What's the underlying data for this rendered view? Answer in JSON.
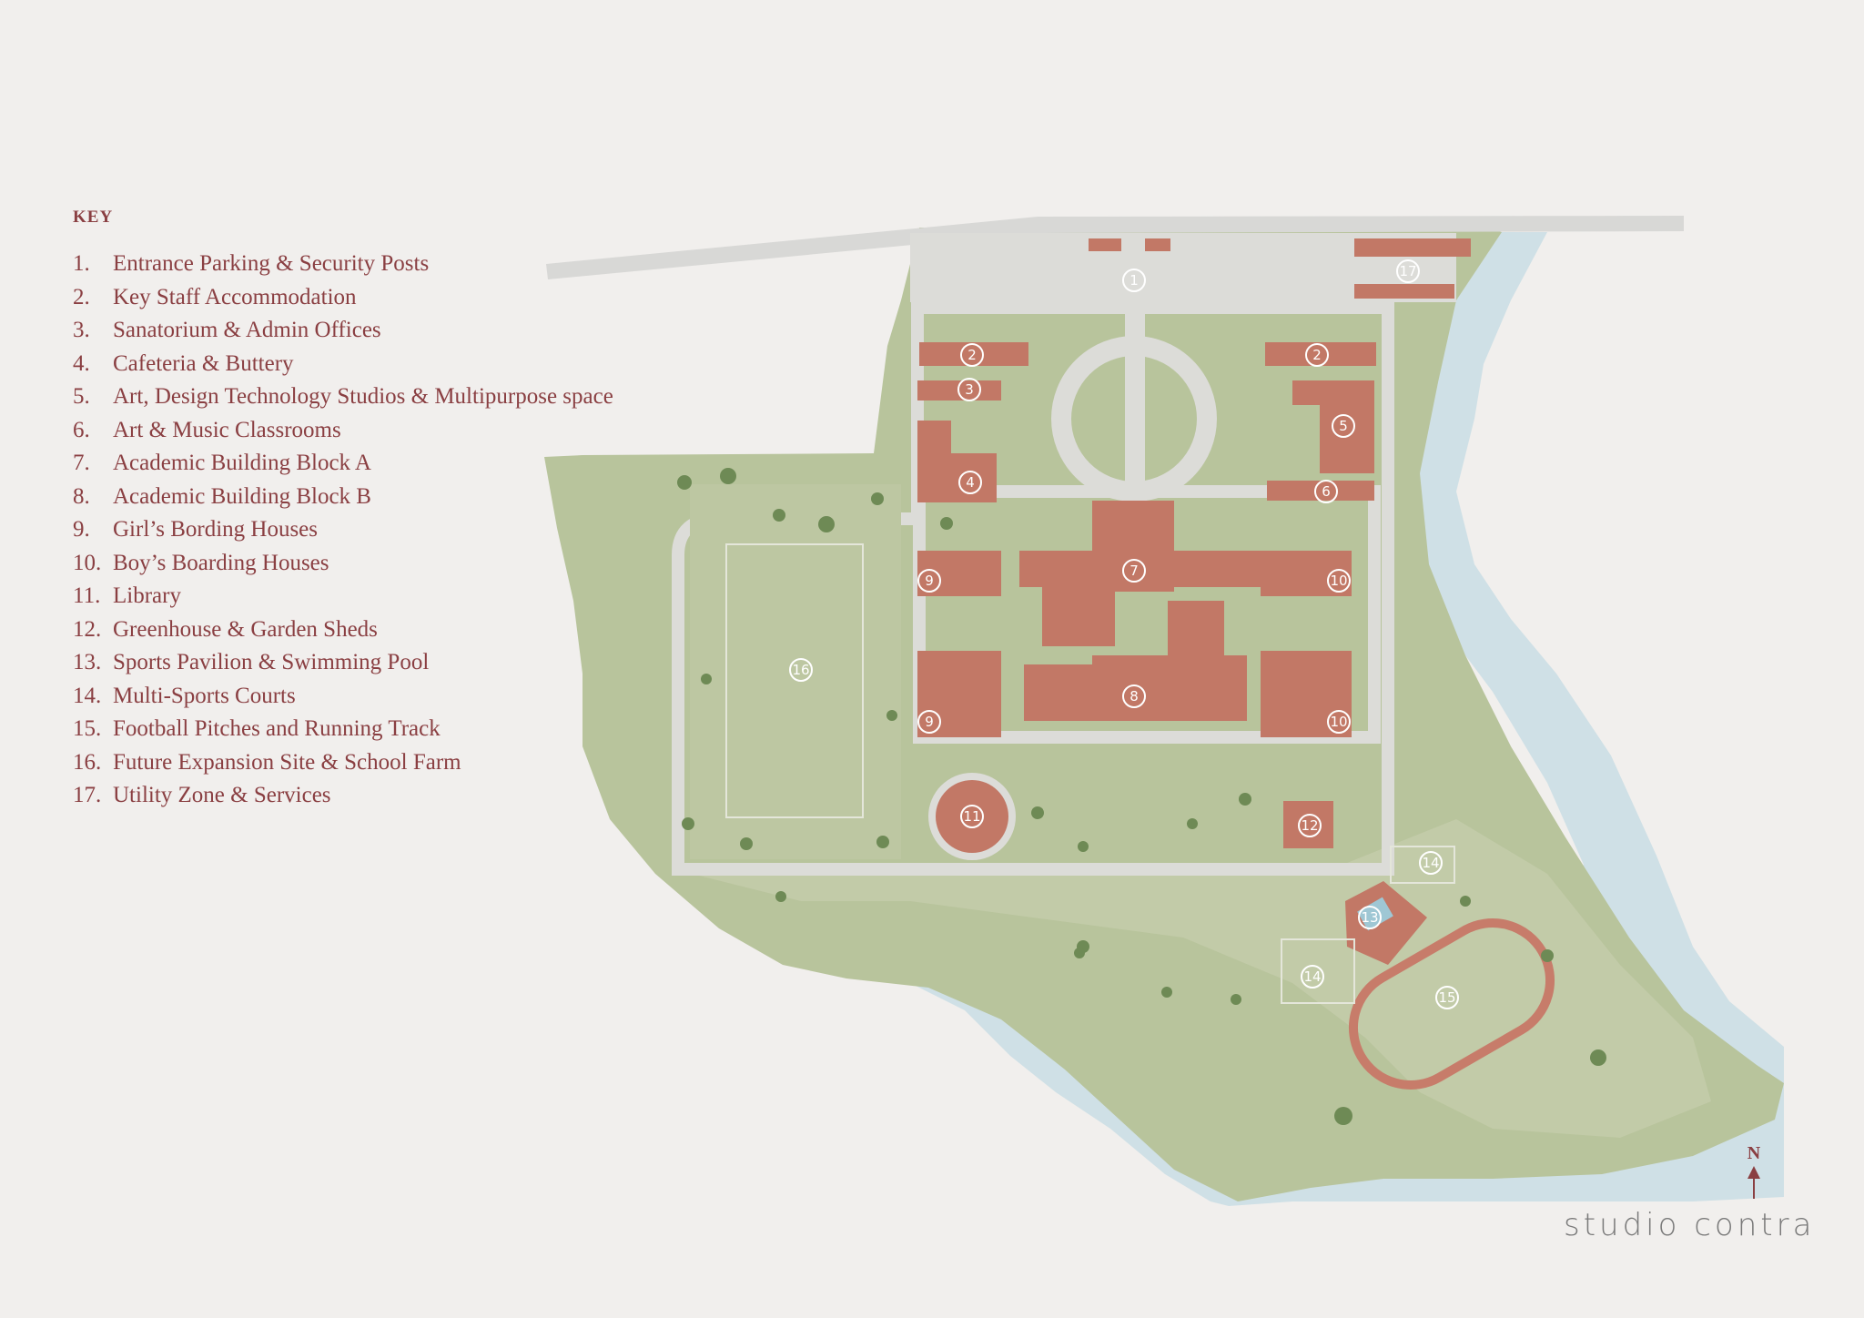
{
  "key": {
    "title": "KEY",
    "items": [
      {
        "num": "1.",
        "label": "Entrance Parking & Security Posts"
      },
      {
        "num": "2.",
        "label": "Key Staff Accommodation"
      },
      {
        "num": "3.",
        "label": "Sanatorium & Admin Offices"
      },
      {
        "num": "4.",
        "label": "Cafeteria & Buttery"
      },
      {
        "num": "5.",
        "label": "Art, Design Technology Studios & Multipurpose space"
      },
      {
        "num": "6.",
        "label": "Art & Music Classrooms"
      },
      {
        "num": "7.",
        "label": "Academic Building Block A"
      },
      {
        "num": "8.",
        "label": "Academic Building Block B"
      },
      {
        "num": "9.",
        "label": "Girl’s Bording Houses"
      },
      {
        "num": "10.",
        "label": "Boy’s Boarding Houses"
      },
      {
        "num": "11.",
        "label": "Library"
      },
      {
        "num": "12.",
        "label": "Greenhouse & Garden Sheds"
      },
      {
        "num": "13.",
        "label": "Sports Pavilion & Swimming Pool"
      },
      {
        "num": "14.",
        "label": "Multi-Sports Courts"
      },
      {
        "num": "15.",
        "label": "Football Pitches and Running Track"
      },
      {
        "num": "16.",
        "label": "Future Expansion Site & School Farm"
      },
      {
        "num": "17.",
        "label": "Utility Zone & Services"
      }
    ]
  },
  "map": {
    "markers": [
      "1",
      "2",
      "2",
      "3",
      "4",
      "5",
      "6",
      "7",
      "8",
      "9",
      "9",
      "10",
      "10",
      "11",
      "12",
      "13",
      "14",
      "14",
      "15",
      "16",
      "17"
    ],
    "colors": {
      "water": "#cfe0e6",
      "grass": "#b5c29a",
      "grass_light": "#c3cdaa",
      "building": "#c27866",
      "path": "#dcdcd8",
      "track": "#c77c6a"
    }
  },
  "compass": {
    "letter": "N",
    "icon": "north-arrow-icon"
  },
  "brand": "studio contra"
}
